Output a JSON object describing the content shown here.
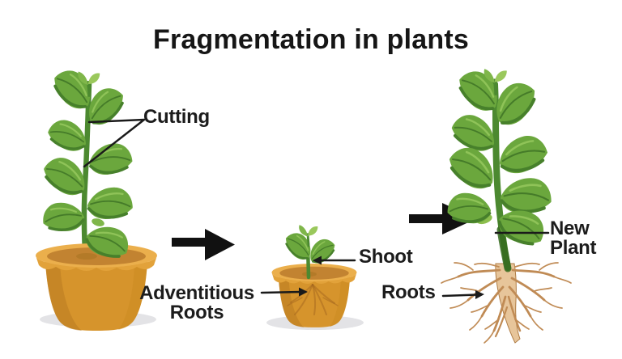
{
  "title": "Fragmentation in plants",
  "labels": {
    "cutting": "Cutting",
    "shoot": "Shoot",
    "adventitious_roots": "Adventitious Roots",
    "roots": "Roots",
    "new_plant": "New Plant"
  },
  "colors": {
    "background": "#ffffff",
    "text": "#1c1c1c",
    "arrow_black": "#111111",
    "leaf_green": "#6BA73D",
    "leaf_dark_green": "#47802B",
    "stem_green": "#4C8930",
    "pot_orange": "#D6942C",
    "pot_rim_orange": "#E2A23A",
    "root_tan": "#C08B55",
    "shadow_gray": "#E3E3E6"
  }
}
